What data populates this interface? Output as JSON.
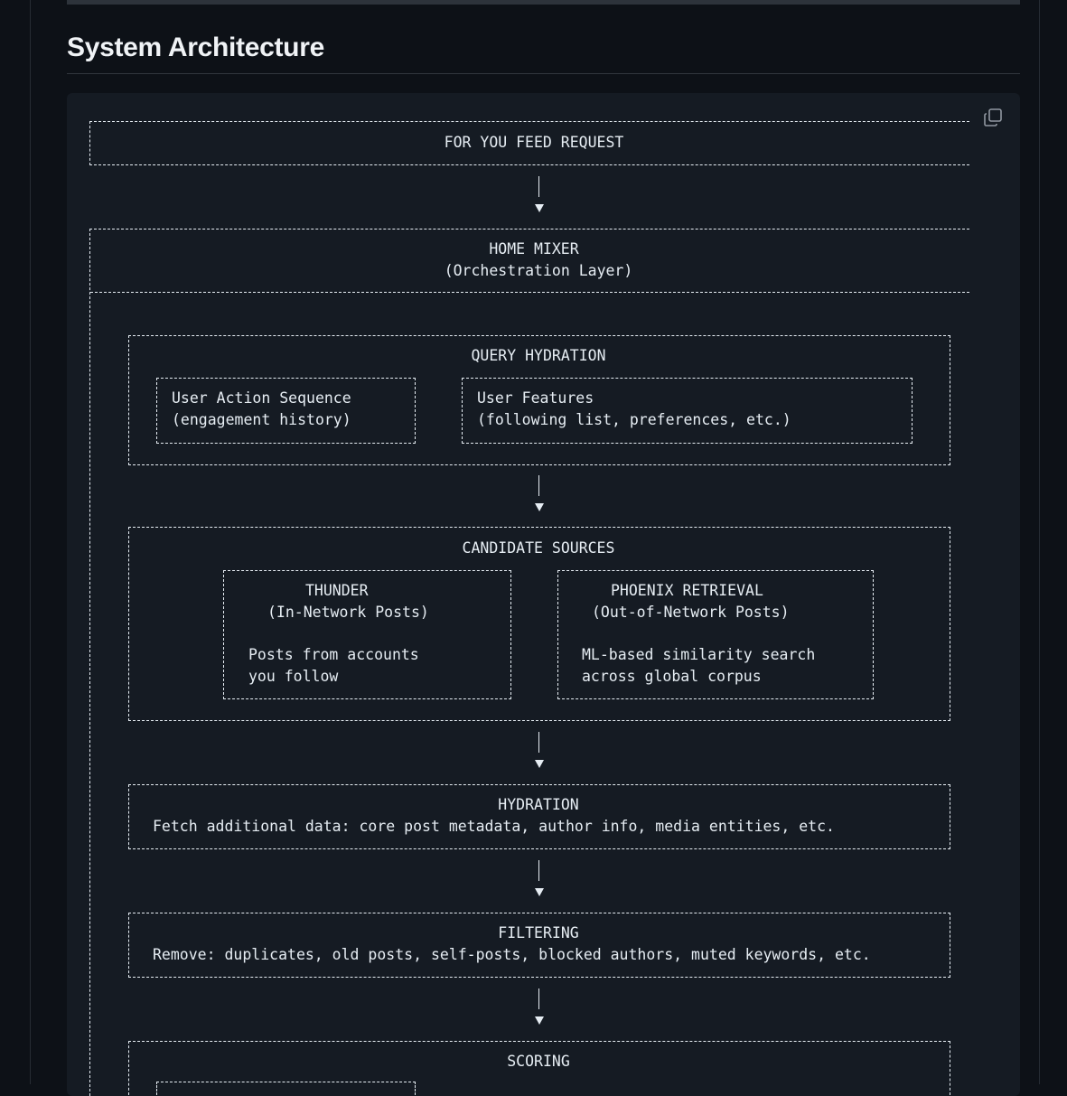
{
  "section": {
    "title": "System Architecture"
  },
  "code_block": {
    "copy_icon": "copy-icon"
  },
  "diagram": {
    "feed_request": "FOR YOU FEED REQUEST",
    "home_mixer": {
      "title": "HOME MIXER",
      "subtitle": "(Orchestration Layer)"
    },
    "query_hydration": {
      "title": "QUERY HYDRATION",
      "user_action": {
        "line1": "User Action Sequence",
        "line2": "(engagement history)"
      },
      "user_features": {
        "line1": "User Features",
        "line2": "(following list, preferences, etc.)"
      }
    },
    "candidate_sources": {
      "title": "CANDIDATE SOURCES",
      "thunder": {
        "title": "THUNDER",
        "subtitle": "(In-Network Posts)",
        "desc1": "Posts from accounts",
        "desc2": "you follow"
      },
      "phoenix": {
        "title": "PHOENIX RETRIEVAL",
        "subtitle": "(Out-of-Network Posts)",
        "desc1": "ML-based similarity search",
        "desc2": "across global corpus"
      }
    },
    "hydration": {
      "title": "HYDRATION",
      "desc": "Fetch additional data: core post metadata, author info, media entities, etc."
    },
    "filtering": {
      "title": "FILTERING",
      "desc": "Remove: duplicates, old posts, self-posts, blocked authors, muted keywords, etc."
    },
    "scoring": {
      "title": "SCORING"
    }
  }
}
